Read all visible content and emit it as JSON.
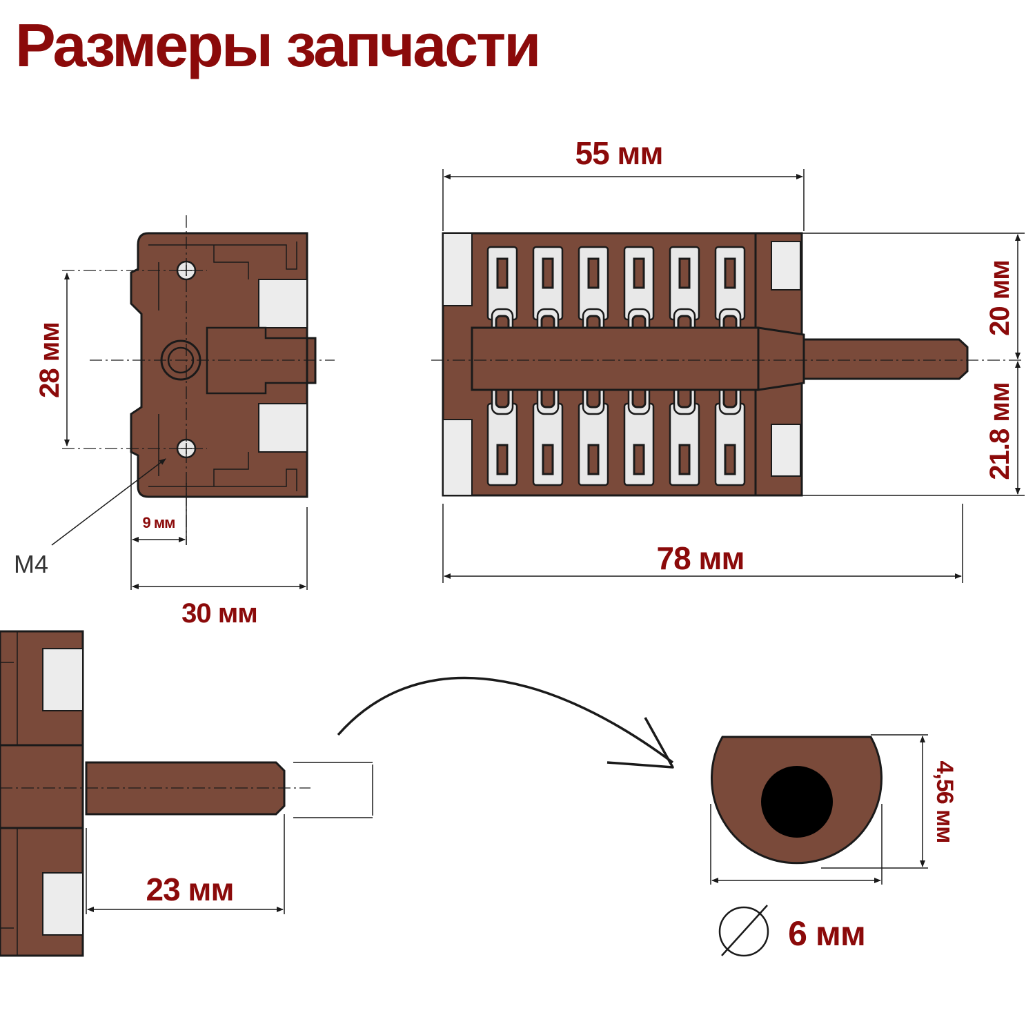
{
  "title": "Размеры запчасти",
  "front_view": {
    "height_label": "28 мм",
    "hole_offset_label": "9 мм",
    "thread_label": "M4",
    "width_label": "30 мм"
  },
  "side_view": {
    "body_length_label": "55 мм",
    "total_length_label": "78 мм",
    "top_height_label": "20 мм",
    "bottom_height_label": "21.8 мм"
  },
  "shaft_view": {
    "shaft_length_label": "23 мм"
  },
  "shaft_section": {
    "flat_label": "4,56 мм",
    "diameter_label": "6 мм",
    "diameter_symbol": "∅"
  },
  "colors": {
    "accent": "#8b0a0a",
    "body": "#7a4a3a",
    "outline": "#1a1a1a"
  }
}
